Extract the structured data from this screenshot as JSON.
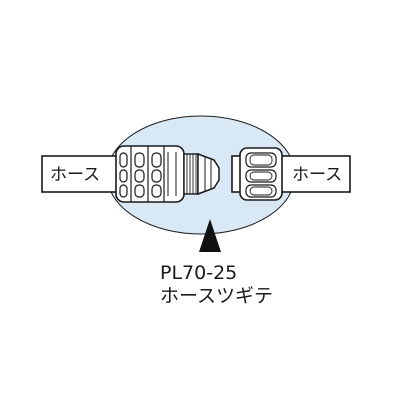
{
  "diagram": {
    "left_hose_label": "ホース",
    "right_hose_label": "ホース",
    "part_number": "PL70-25",
    "part_name": "ホースツギテ",
    "colors": {
      "highlight_fill": "#d9e8f5",
      "outline": "#1a1a1a",
      "background": "#ffffff"
    },
    "icons": [
      "arrow-up-icon"
    ]
  }
}
